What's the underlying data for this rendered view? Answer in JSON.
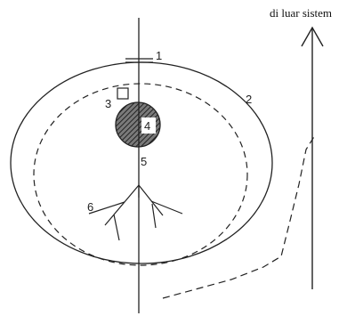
{
  "outside_label": "di luar sistem",
  "labels": {
    "one": "1",
    "two": "2",
    "three": "3",
    "four": "4",
    "five": "5",
    "six": "6"
  },
  "colors": {
    "stroke": "#222222",
    "hatch_fill": "#555555",
    "background": "#ffffff"
  }
}
